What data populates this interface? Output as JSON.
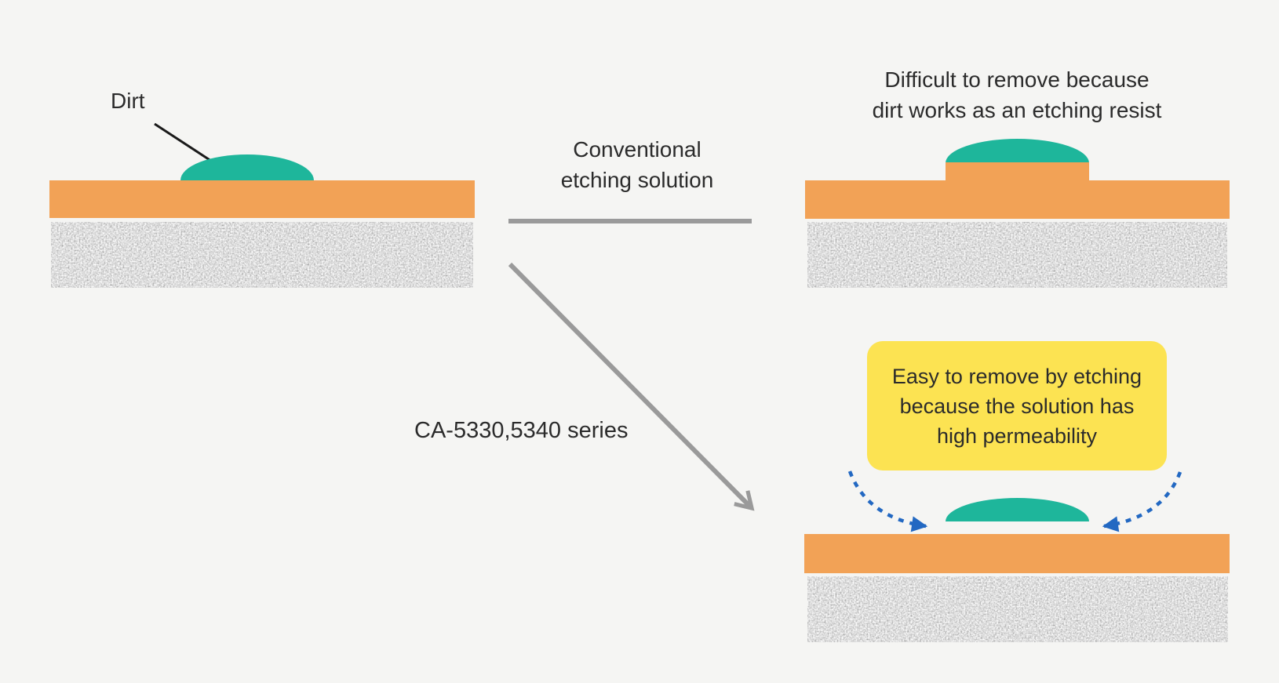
{
  "colors": {
    "background": "#f5f5f3",
    "layer_orange": "#f2a256",
    "dirt_teal": "#1eb69b",
    "callout_yellow": "#fce352",
    "arrow_gray": "#9a9a9a",
    "arrow_blue": "#2268c2",
    "text": "#2b2b2b"
  },
  "start_diagram": {
    "dirt_label": "Dirt"
  },
  "conventional_path": {
    "arrow_label": "Conventional\netching solution",
    "result_caption": "Difficult to remove because\ndirt works as an etching resist"
  },
  "product_path": {
    "arrow_label": "CA-5330,5340 series",
    "callout": "Easy to remove by etching\nbecause the solution has\nhigh permeability"
  }
}
